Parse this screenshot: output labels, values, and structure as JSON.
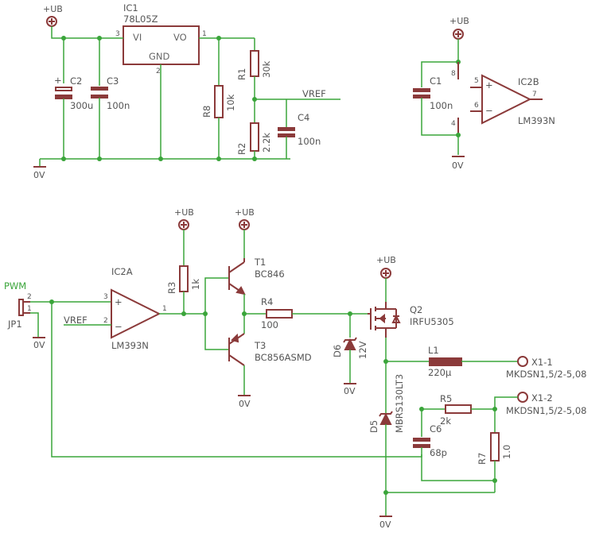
{
  "power": {
    "ub": "+UB",
    "gnd": "0V"
  },
  "top_left": {
    "ic1": {
      "name": "IC1",
      "value": "78L05Z",
      "vi": "VI",
      "vo": "VO",
      "gnd": "GND",
      "pin1": "1",
      "pin2": "2",
      "pin3": "3"
    },
    "c2": {
      "name": "C2",
      "value": "300u"
    },
    "c3": {
      "name": "C3",
      "value": "100n"
    },
    "r8": {
      "name": "R8",
      "value": "10k"
    },
    "r1": {
      "name": "R1",
      "value": "30k"
    },
    "r2": {
      "name": "R2",
      "value": "2.2k"
    },
    "c4": {
      "name": "C4",
      "value": "100n"
    },
    "vref": "VREF"
  },
  "top_right": {
    "c1": {
      "name": "C1",
      "value": "100n"
    },
    "ic2b": {
      "name": "IC2B",
      "value": "LM393N",
      "pin8": "8",
      "pin4": "4",
      "pin5": "5",
      "pin6": "6",
      "pin7": "7",
      "plus": "+",
      "minus": "−"
    }
  },
  "bottom": {
    "pwm": "PWM",
    "jp1": {
      "name": "JP1",
      "pin1": "1",
      "pin2": "2"
    },
    "ic2a": {
      "name": "IC2A",
      "value": "LM393N",
      "pin1": "1",
      "pin2": "2",
      "pin3": "3",
      "plus": "+",
      "minus": "−"
    },
    "vref": "VREF",
    "r3": {
      "name": "R3",
      "value": "1k"
    },
    "t1": {
      "name": "T1",
      "value": "BC846"
    },
    "t3": {
      "name": "T3",
      "value": "BC856ASMD"
    },
    "r4": {
      "name": "R4",
      "value": "100"
    },
    "d6": {
      "name": "D6",
      "value": "12V"
    },
    "q2": {
      "name": "Q2",
      "value": "IRFU5305"
    },
    "l1": {
      "name": "L1",
      "value": "220µ"
    },
    "x1_1": {
      "name": "X1-1",
      "value": "MKDSN1,5/2-5,08"
    },
    "x1_2": {
      "name": "X1-2",
      "value": "MKDSN1,5/2-5,08"
    },
    "d5": {
      "name": "D5",
      "value": "MBRS130LT3"
    },
    "r5": {
      "name": "R5",
      "value": "2k"
    },
    "c6": {
      "name": "C6",
      "value": "68p"
    },
    "r7": {
      "name": "R7",
      "value": "1.0"
    }
  }
}
